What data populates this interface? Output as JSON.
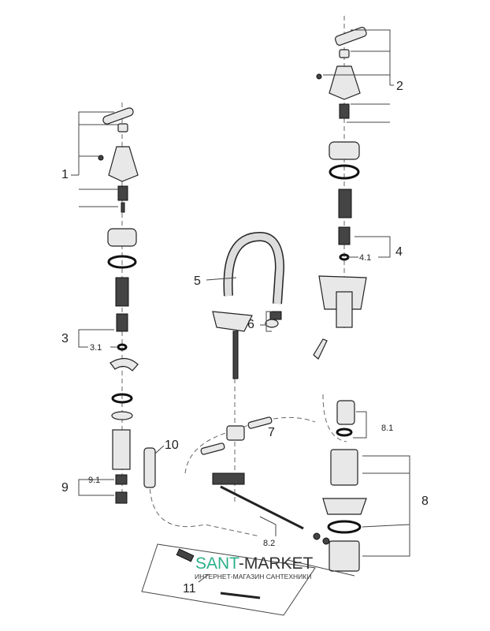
{
  "labels": {
    "l1": "1",
    "l2": "2",
    "l3": "3",
    "l3_1": "3.1",
    "l4": "4",
    "l4_1": "4.1",
    "l5": "5",
    "l6": "6",
    "l7": "7",
    "l8": "8",
    "l8_1": "8.1",
    "l8_2": "8.2",
    "l9": "9",
    "l9_1": "9.1",
    "l10": "10",
    "l11": "11"
  },
  "watermark": {
    "brand_a": "SANT",
    "brand_b": "-MARKET",
    "tagline": "ИНТЕРНЕТ-МАГАЗИН САНТЕХНИКИ",
    "brand_color": "#2bb08a"
  }
}
